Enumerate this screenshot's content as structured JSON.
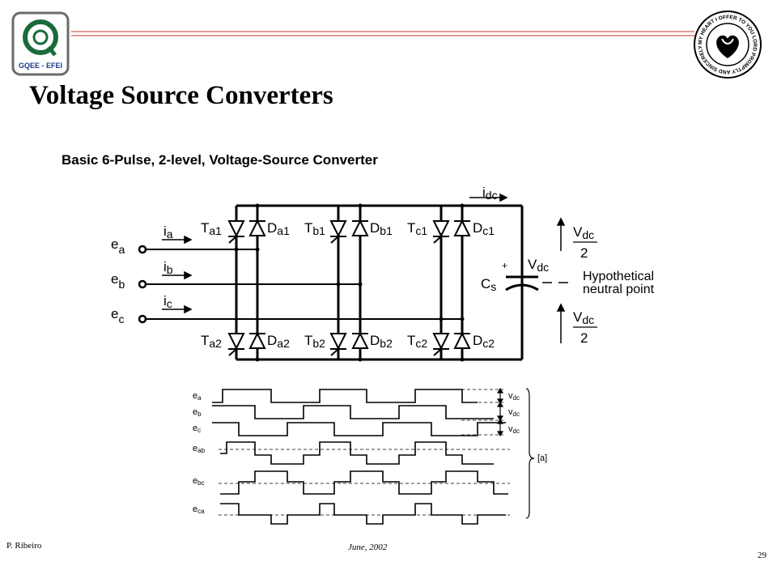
{
  "header": {
    "logo_left_text": "GQEE - EFEI",
    "logo_right_text": "MY HEART I OFFER TO YOU LORD PROMPTLY AND SINCERELY",
    "title": "Voltage Source Converters"
  },
  "diagram": {
    "subtitle": "Basic 6-Pulse, 2-level, Voltage-Source Converter",
    "currents": {
      "idc": [
        "i",
        "dc"
      ],
      "ia": [
        "i",
        "a"
      ],
      "ib": [
        "i",
        "b"
      ],
      "ic": [
        "i",
        "c"
      ]
    },
    "voltages": {
      "ea": [
        "e",
        "a"
      ],
      "eb": [
        "e",
        "b"
      ],
      "ec": [
        "e",
        "c"
      ]
    },
    "upper_devices": [
      {
        "t": [
          "T",
          "a1"
        ],
        "d": [
          "D",
          "a1"
        ]
      },
      {
        "t": [
          "T",
          "b1"
        ],
        "d": [
          "D",
          "b1"
        ]
      },
      {
        "t": [
          "T",
          "c1"
        ],
        "d": [
          "D",
          "c1"
        ]
      }
    ],
    "lower_devices": [
      {
        "t": [
          "T",
          "a2"
        ],
        "d": [
          "D",
          "a2"
        ]
      },
      {
        "t": [
          "T",
          "b2"
        ],
        "d": [
          "D",
          "b2"
        ]
      },
      {
        "t": [
          "T",
          "c2"
        ],
        "d": [
          "D",
          "c2"
        ]
      }
    ],
    "capacitor": [
      "C",
      "s"
    ],
    "plus_sign": "+",
    "vdc": [
      "V",
      "dc"
    ],
    "vdc_half": [
      "V",
      "dc"
    ],
    "half_denominator": "2",
    "neutral_label_1": "Hypothetical",
    "neutral_label_2": "neutral point"
  },
  "waveforms": {
    "labels": [
      [
        "e",
        "a"
      ],
      [
        "e",
        "b"
      ],
      [
        "e",
        "c"
      ],
      [
        "e",
        "ab"
      ],
      [
        "e",
        "bc"
      ],
      [
        "e",
        "ca"
      ]
    ],
    "vdc_marks": [
      [
        "v",
        "dc"
      ],
      [
        "v",
        "dc"
      ],
      [
        "v",
        "dc"
      ]
    ],
    "brace_label": "[a]"
  },
  "footer": {
    "author": "P. Ribeiro",
    "date": "June, 2002",
    "page": "29"
  }
}
